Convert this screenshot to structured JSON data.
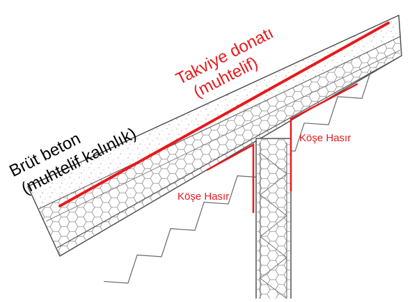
{
  "labels": {
    "concrete_line1": "Brüt beton",
    "concrete_line2": "(muhtelif kalınlık)",
    "rebar_line1": "Takviye donatı",
    "rebar_line2": "(muhtelif)",
    "corner_mesh_right": "Köşe Hasır",
    "corner_mesh_left": "Köşe Hasır"
  },
  "colors": {
    "rebar": "#e8191c",
    "text": "#000000",
    "outline": "#555555",
    "mesh": "#777777"
  }
}
